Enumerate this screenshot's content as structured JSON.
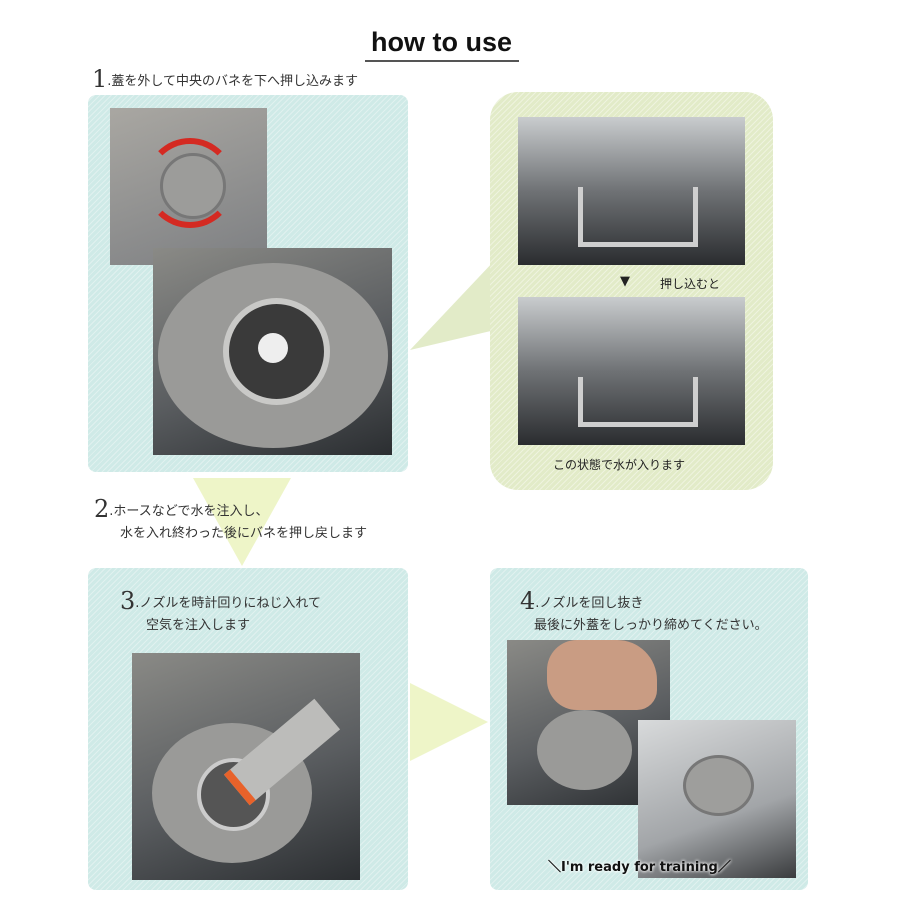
{
  "title": "how to use",
  "steps": [
    {
      "num": "1",
      "text": ".蓋を外して中央のバネを下へ押し込みます"
    },
    {
      "num": "2",
      "line1": ".ホースなどで水を注入し、",
      "line2": "水を入れ終わった後にバネを押し戻します"
    },
    {
      "num": "3",
      "line1": ".ノズルを時計回りにねじ入れて",
      "line2": "空気を注入します"
    },
    {
      "num": "4",
      "line1": ".ノズルを回し抜き",
      "line2": "最後に外蓋をしっかり締めてください。"
    }
  ],
  "bubble": {
    "arrow": "▼",
    "push_label": "押し込むと",
    "caption": "この状態で水が入ります"
  },
  "photo_caption": "＼I'm ready for training／",
  "colors": {
    "panel": "#cfeae7",
    "bubble": "#e2ebc8",
    "arrow": "#eef5c8"
  }
}
